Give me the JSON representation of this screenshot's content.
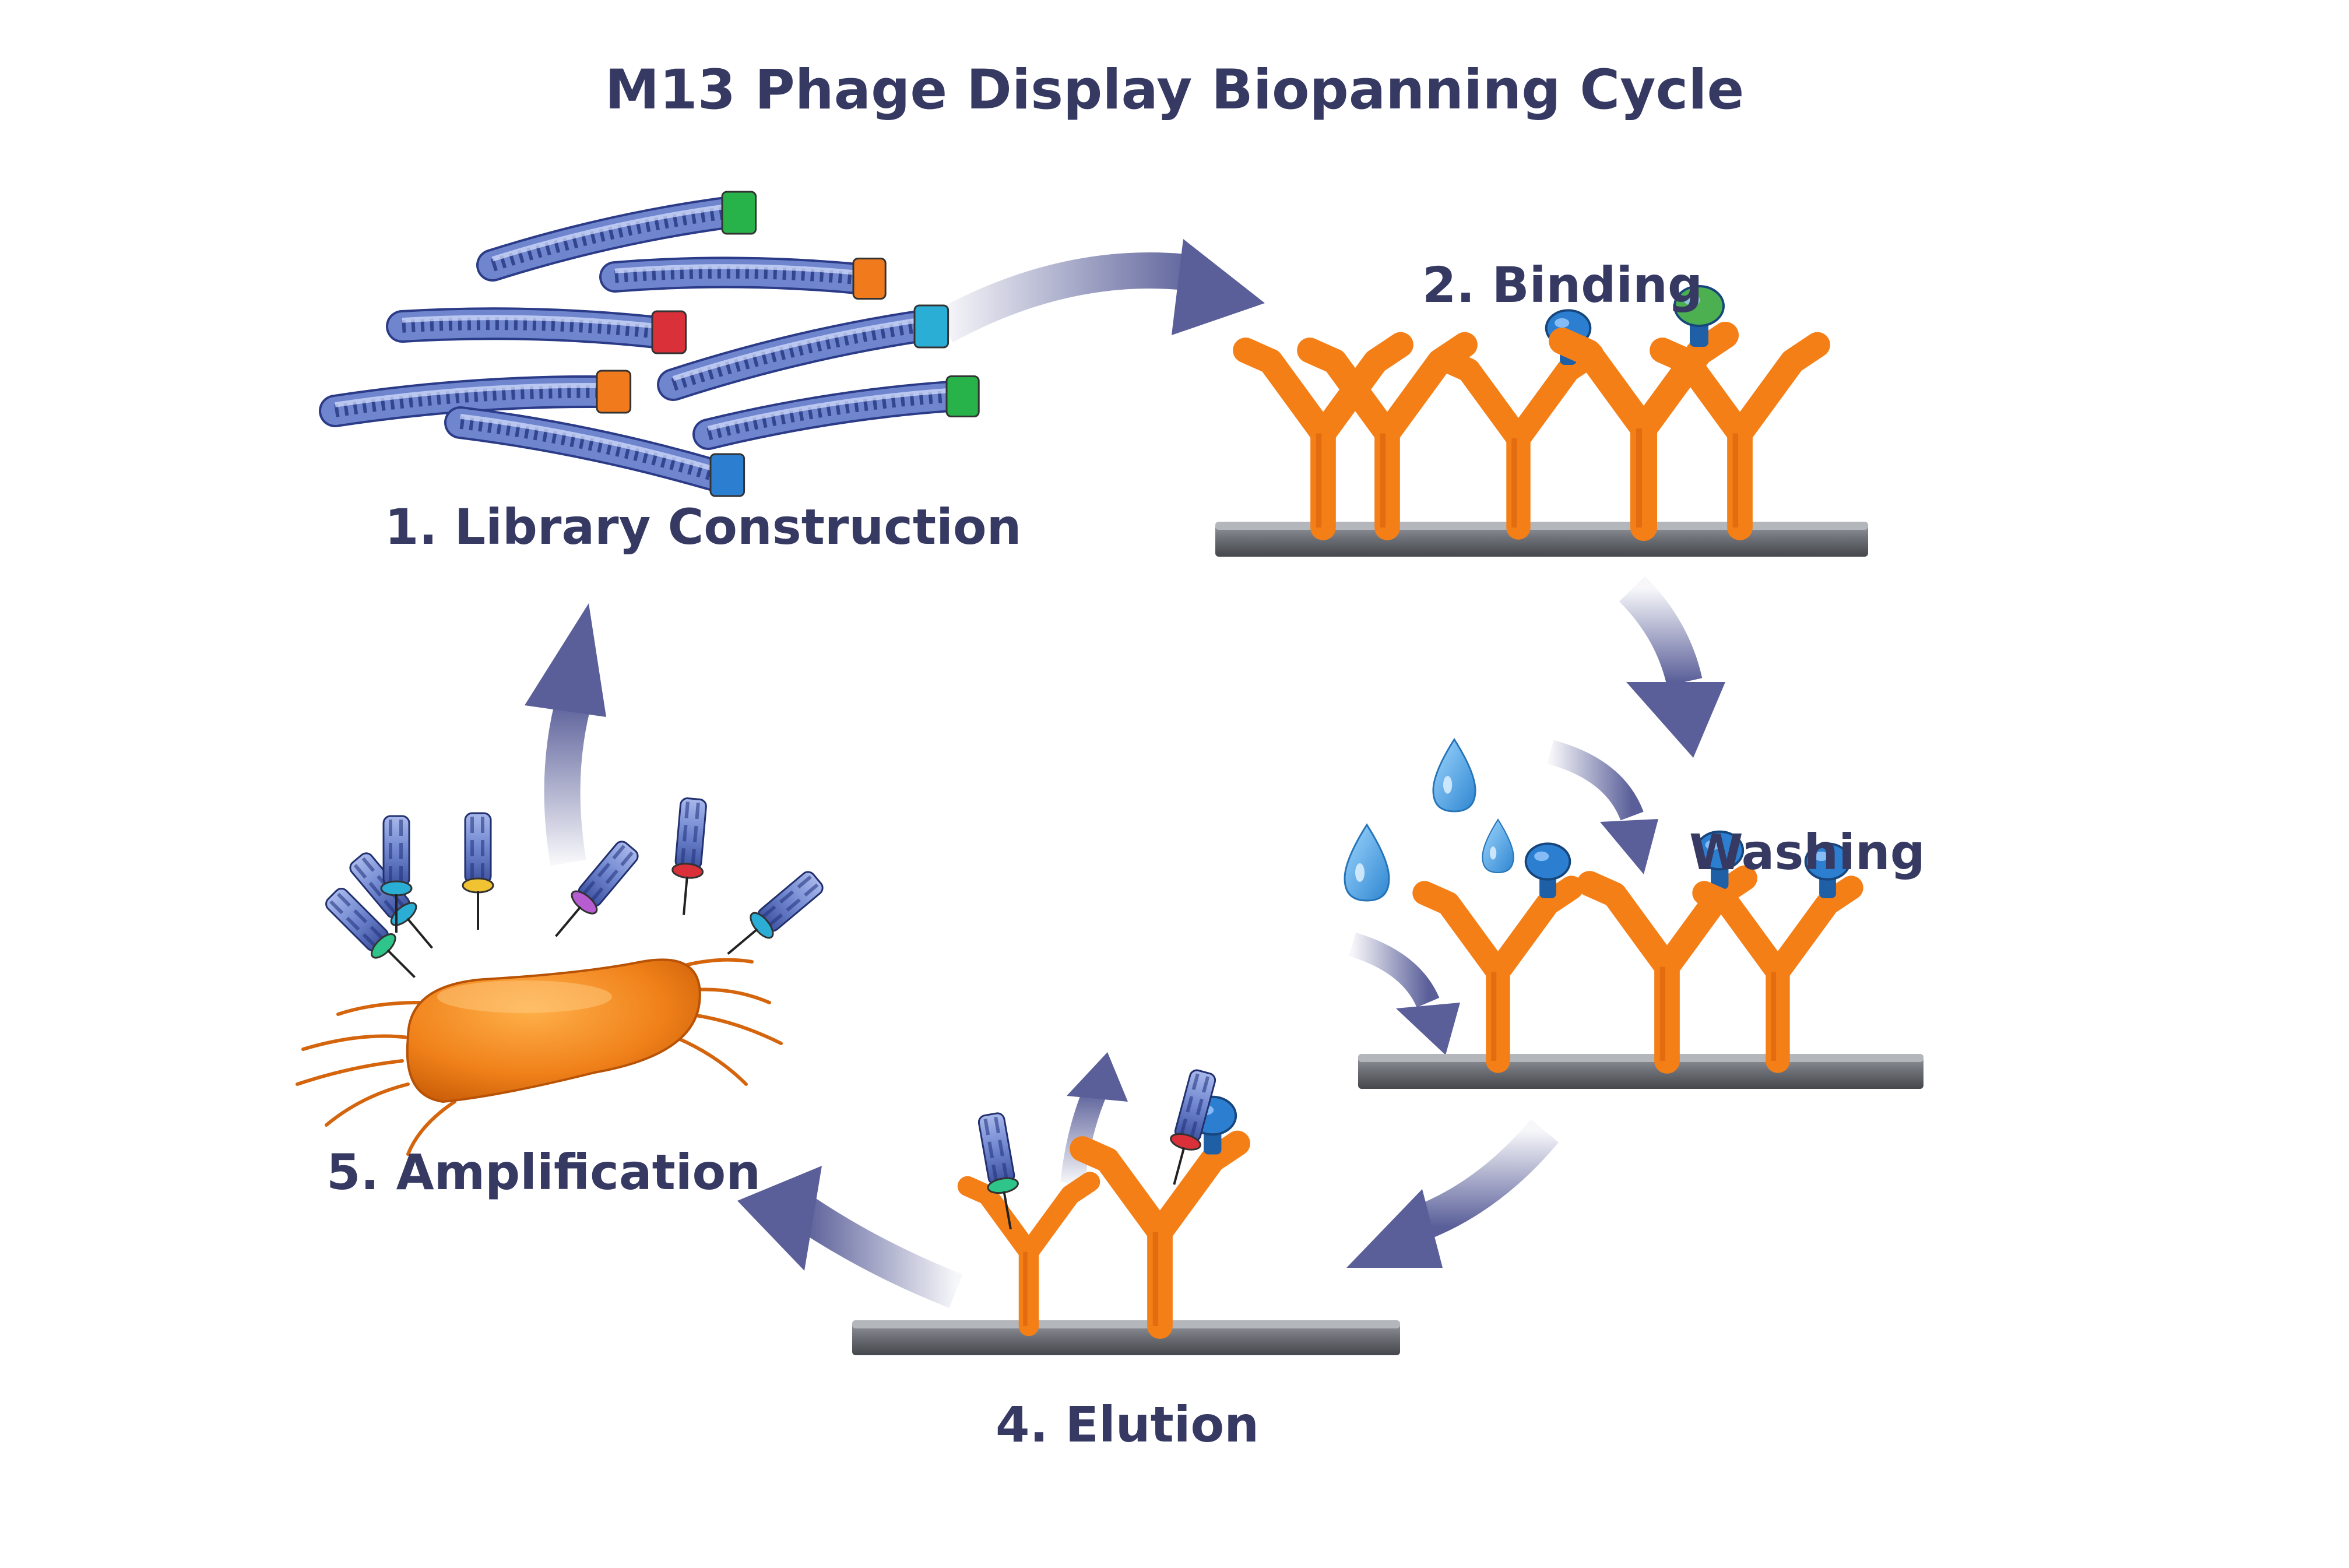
{
  "title": "M13 Phage Display Biopanning Cycle",
  "steps": [
    {
      "label": "1. Library Construction"
    },
    {
      "label": "2. Binding"
    },
    {
      "label": "Washing"
    },
    {
      "label": "4. Elution"
    },
    {
      "label": "5. Amplification"
    }
  ],
  "colors": {
    "text": "#363a63",
    "arrow": "#5a5f99",
    "antibody": "#f57f17",
    "antibody_dark": "#d7600a",
    "phage_body": "#6f86cf",
    "phage_dark": "#1f2f7a",
    "antigen": "#2c7fd0",
    "plate": "#6b6e74",
    "bacterium": "#f0811a",
    "droplet": "#3e9ce0",
    "tip_colors": [
      "#28b34a",
      "#f07a1c",
      "#d9303a",
      "#2aaed6",
      "#f07a1c",
      "#28b34a",
      "#2c7fd0"
    ]
  },
  "icons": [
    "phage-particle-icon",
    "antibody-icon",
    "antigen-icon",
    "water-droplet-icon",
    "bacterium-icon",
    "cycle-arrow-icon",
    "solid-support-plate-icon"
  ]
}
